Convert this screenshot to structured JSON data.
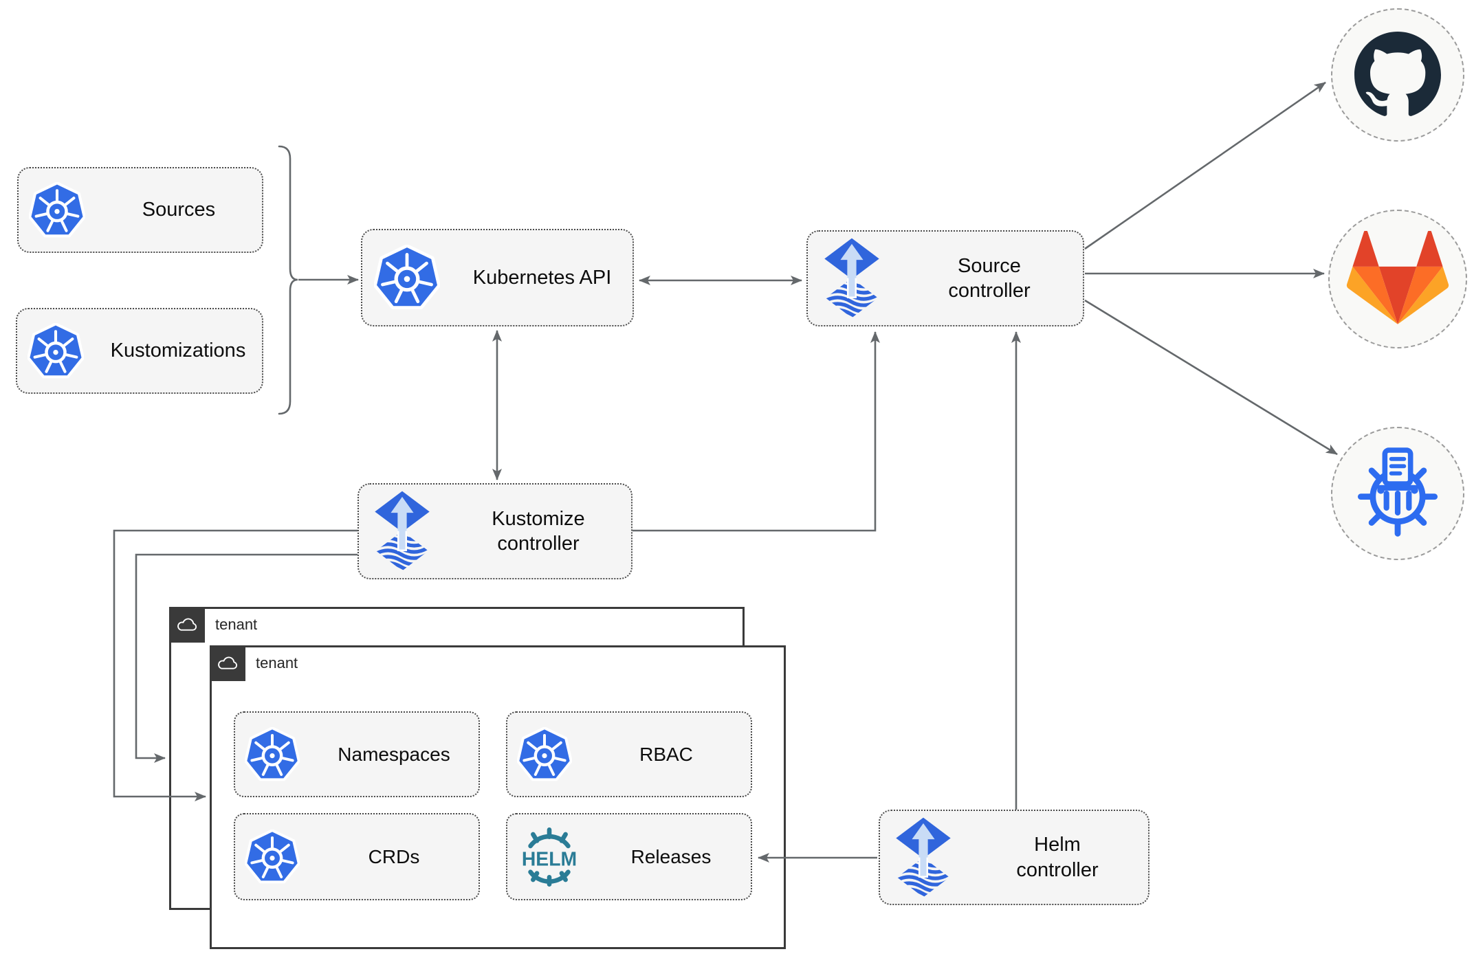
{
  "title": "Flux GitOps architecture diagram",
  "colors": {
    "node-fill": "#f5f5f5",
    "node-border": "#4a4a4a",
    "line": "#64686b",
    "k8s-blue": "#326ce5",
    "flux-blue": "#3065dc",
    "flux-arrow": "#c9dcf6",
    "helm-teal": "#2a7c96",
    "cm-blue": "#2d6cf0",
    "github-dark": "#1b2a38",
    "gitlab-red": "#e24329",
    "gitlab-orange": "#fc6d26",
    "gitlab-amber": "#fca326",
    "tenant-dark": "#3a3a3a",
    "ext-fill": "#f9f9f7",
    "ext-border": "#9b9b9b"
  },
  "nodes": {
    "sources": {
      "label": "Sources",
      "icon": "kubernetes-icon"
    },
    "kustomizations": {
      "label": "Kustomizations",
      "icon": "kubernetes-icon"
    },
    "kubernetes_api": {
      "label": "Kubernetes API",
      "icon": "kubernetes-icon"
    },
    "source_controller": {
      "label": "Source controller",
      "icon": "flux-icon"
    },
    "kustomize_controller": {
      "label": "Kustomize controller",
      "icon": "flux-icon"
    },
    "helm_controller": {
      "label": "Helm controller",
      "icon": "flux-icon"
    },
    "namespaces": {
      "label": "Namespaces",
      "icon": "kubernetes-icon"
    },
    "rbac": {
      "label": "RBAC",
      "icon": "kubernetes-icon"
    },
    "crds": {
      "label": "CRDs",
      "icon": "kubernetes-icon"
    },
    "releases": {
      "label": "Releases",
      "icon": "helm-wheel-icon"
    }
  },
  "tenants": {
    "back": {
      "label": "tenant",
      "icon": "cloud-icon"
    },
    "front": {
      "label": "tenant",
      "icon": "cloud-icon"
    }
  },
  "externals": {
    "github": {
      "icon": "github-logo-icon"
    },
    "gitlab": {
      "icon": "gitlab-logo-icon"
    },
    "chartmuseum": {
      "icon": "chartmuseum-logo-icon"
    }
  },
  "icons": {
    "helm_wheel_text": "HELM"
  },
  "edges": [
    "sources+kustomizations -> kubernetes-api",
    "kubernetes-api <-> source-controller",
    "kubernetes-api <-> kustomize-controller",
    "kustomize-controller -> source-controller",
    "kustomize-controller -> tenant-back",
    "kustomize-controller -> tenant-front",
    "helm-controller -> source-controller",
    "helm-controller -> releases",
    "source-controller -> github",
    "source-controller -> gitlab",
    "source-controller -> chartmuseum"
  ]
}
